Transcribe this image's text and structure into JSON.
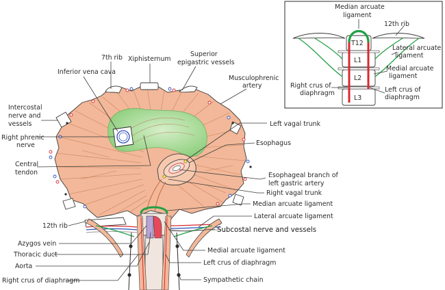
{
  "labels": {
    "seventh_rib": "7th rib",
    "xiphisternum": "Xiphisternum",
    "superior_epigastric_1": "Superior",
    "superior_epigastric_2": "epigastric vessels",
    "inferior_vena_cava": "Inferior vena cava",
    "musculophrenic_1": "Musculophrenic",
    "musculophrenic_2": "artery",
    "intercostal_1": "Intercostal",
    "intercostal_2": "nerve and",
    "intercostal_3": "vessels",
    "right_phrenic_1": "Right phrenic",
    "right_phrenic_2": "nerve",
    "central_tendon_1": "Central",
    "central_tendon_2": "tendon",
    "left_vagal_trunk": "Left vagal trunk",
    "esophagus": "Esophagus",
    "esophageal_branch_1": "Esophageal branch of",
    "esophageal_branch_2": "left gastric artery",
    "right_vagal_trunk": "Right vagal trunk",
    "median_arcuate": "Median arcuate ligament",
    "lateral_arcuate": "Lateral arcuate ligament",
    "twelfth_rib": "12th rib",
    "subcostal": "Subcostal nerve and vessels",
    "azygos_vein": "Azygos vein",
    "thoracic_duct": "Thoracic duct",
    "aorta": "Aorta",
    "medial_arcuate": "Medial arcuate ligament",
    "left_crus": "Left crus of diaphragm",
    "right_crus": "Right crus of diaphragm",
    "sympathetic_chain": "Sympathetic chain"
  },
  "inset": {
    "median_arcuate_1": "Median arcuate",
    "median_arcuate_2": "ligament",
    "twelfth_rib": "12th rib",
    "lateral_arcuate_1": "Lateral arcuate",
    "lateral_arcuate_2": "ligament",
    "medial_arcuate_1": "Medial arcuate",
    "medial_arcuate_2": "ligament",
    "left_crus_1": "Left crus of",
    "left_crus_2": "diaphragm",
    "right_crus_1": "Right crus of",
    "right_crus_2": "diaphragm",
    "vertebrae": [
      "T12",
      "L1",
      "L2",
      "L3"
    ]
  },
  "colors": {
    "muscle": "#f2b899",
    "muscle_dark": "#d9875f",
    "tendon": "#8fcf7e",
    "ligament_green": "#22a045",
    "crus_red": "#d8282f",
    "artery_red": "#d8282f",
    "vein_blue": "#2a4fb8"
  }
}
